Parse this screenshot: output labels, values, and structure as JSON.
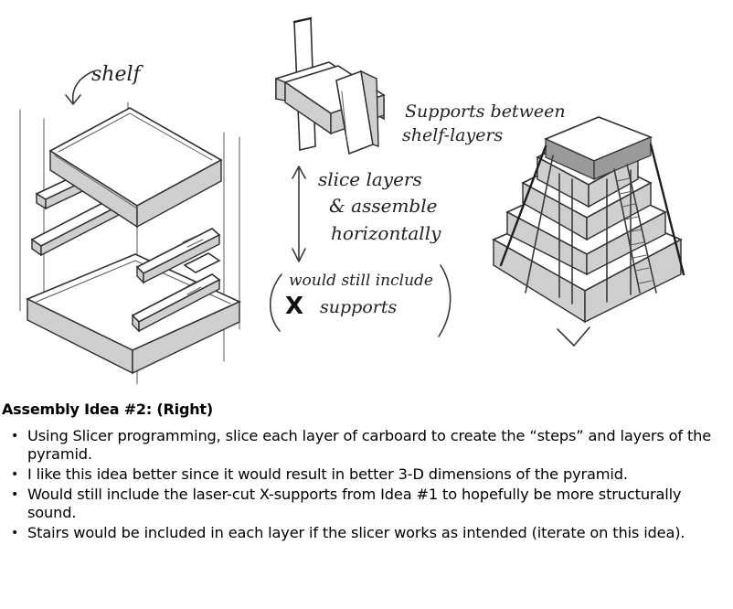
{
  "sketch": {
    "label_shelf": "shelf",
    "label_supports_line1": "Supports between",
    "label_supports_line2": "shelf-layers",
    "label_slice_line1": "slice layers",
    "label_slice_line2": "& assemble",
    "label_slice_line3": "horizontally",
    "label_would_line1": "would still include",
    "label_would_x": "X",
    "label_would_line2": "supports"
  },
  "notes": {
    "heading": "Assembly Idea #2: (Right)",
    "bullets": [
      "Using Slicer programming, slice each layer of carboard to create the “steps” and layers of the pyramid.",
      "I like this idea better since it would result in better 3-D dimensions of the pyramid.",
      "Would still include the laser-cut X-supports from Idea #1 to hopefully be more structurally sound.",
      "Stairs would be included in each layer if the slicer works as intended (iterate on this idea)."
    ]
  }
}
